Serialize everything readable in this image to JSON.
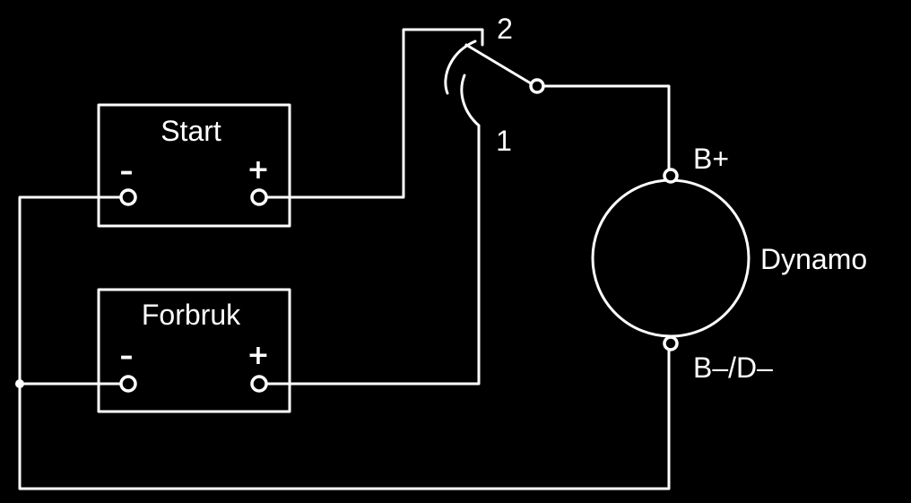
{
  "colors": {
    "background": "#000000",
    "foreground": "#ffffff"
  },
  "battery_start": {
    "label": "Start",
    "neg_sign": "–",
    "pos_sign": "+"
  },
  "battery_forbruk": {
    "label": "Forbruk",
    "neg_sign": "–",
    "pos_sign": "+"
  },
  "switch": {
    "position_2_label": "2",
    "position_1_label": "1"
  },
  "dynamo": {
    "label": "Dynamo",
    "positive_terminal_label": "B+",
    "negative_terminal_label": "B–/D–"
  }
}
